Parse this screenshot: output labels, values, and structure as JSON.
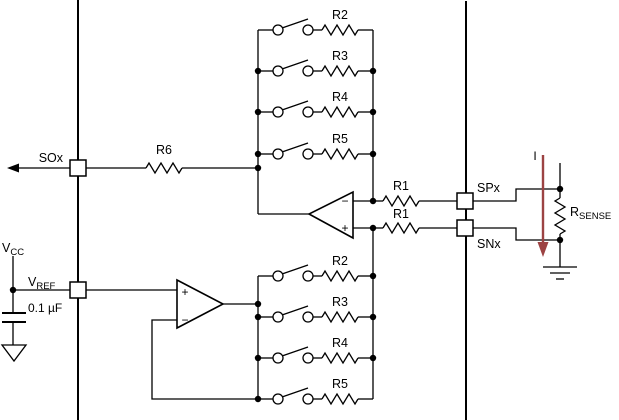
{
  "colors": {
    "wire": "#000000",
    "background": "#ffffff",
    "current_arrow": "#9c4343"
  },
  "left_io": {
    "sox": "SOx",
    "r6": "R6"
  },
  "top_bank": {
    "resistors": [
      "R2",
      "R3",
      "R4",
      "R5"
    ]
  },
  "bottom_bank": {
    "resistors": [
      "R2",
      "R3",
      "R4",
      "R5"
    ]
  },
  "opamp_top": {
    "minus": "−",
    "plus": "+"
  },
  "opamp_bottom": {
    "minus": "−",
    "plus": "+"
  },
  "sense": {
    "r1_top": "R1",
    "r1_bottom": "R1",
    "spx": "SPx",
    "snx": "SNx",
    "rsense_main": "R",
    "rsense_sub": "SENSE",
    "current": "I"
  },
  "supply": {
    "vcc_main": "V",
    "vcc_sub": "CC",
    "vref_main": "V",
    "vref_sub": "REF",
    "cap_value": "0.1 µF"
  }
}
